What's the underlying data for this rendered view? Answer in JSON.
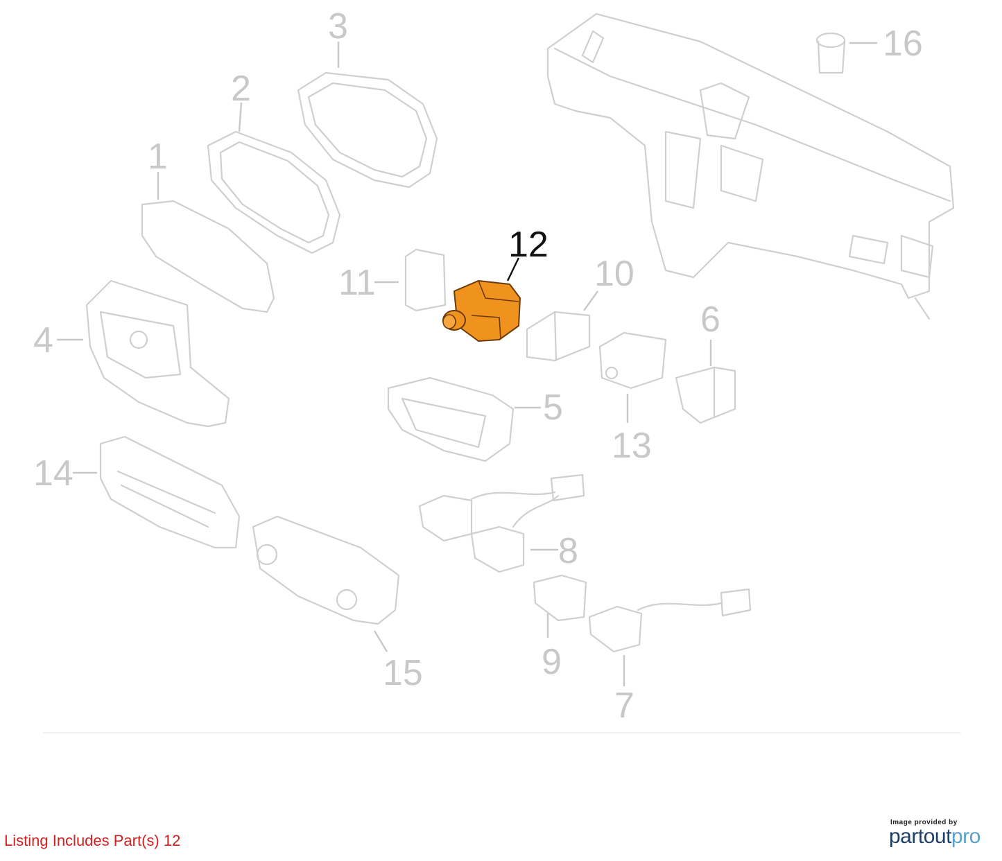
{
  "diagram": {
    "highlight_color": "#f0921e",
    "callouts": [
      {
        "id": "1",
        "label": "1",
        "highlighted": false
      },
      {
        "id": "2",
        "label": "2",
        "highlighted": false
      },
      {
        "id": "3",
        "label": "3",
        "highlighted": false
      },
      {
        "id": "4",
        "label": "4",
        "highlighted": false
      },
      {
        "id": "5",
        "label": "5",
        "highlighted": false
      },
      {
        "id": "6",
        "label": "6",
        "highlighted": false
      },
      {
        "id": "7",
        "label": "7",
        "highlighted": false
      },
      {
        "id": "8",
        "label": "8",
        "highlighted": false
      },
      {
        "id": "9",
        "label": "9",
        "highlighted": false
      },
      {
        "id": "10",
        "label": "10",
        "highlighted": false
      },
      {
        "id": "11",
        "label": "11",
        "highlighted": false
      },
      {
        "id": "12",
        "label": "12",
        "highlighted": true
      },
      {
        "id": "13",
        "label": "13",
        "highlighted": false
      },
      {
        "id": "14",
        "label": "14",
        "highlighted": false
      },
      {
        "id": "15",
        "label": "15",
        "highlighted": false
      },
      {
        "id": "16",
        "label": "16",
        "highlighted": false
      }
    ]
  },
  "footer": {
    "listing_text": "Listing Includes Part(s) 12",
    "provider_caption": "Image provided by",
    "brand_part": "partout",
    "brand_suffix": "pro"
  }
}
